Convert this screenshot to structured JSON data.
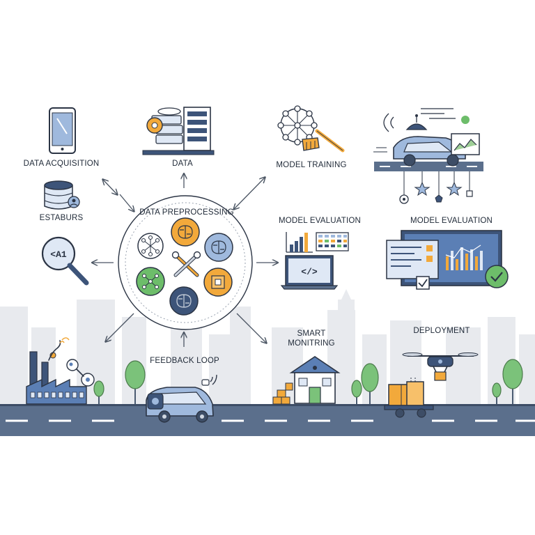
{
  "labels": {
    "data_acquisition": "DATA ACQUISITION",
    "data": "DATA",
    "model_training": "MODEL TRAINING",
    "estaburs": "ESTABURS",
    "data_preprocessing": "DATA PREPROCESSING",
    "model_evaluation_center": "MODEL EVALUATION",
    "model_evaluation_right": "MODEL EVALUATION",
    "smart_line1": "SMART",
    "smart_line2": "MONITRING",
    "deployment": "DEPLOYMENT",
    "feedback_loop": "FEEDBACK LOOP",
    "magnifier_text": "<A1",
    "code_text": "</>"
  },
  "colors": {
    "navy": "#3d5479",
    "blue": "#5b7fb5",
    "light_blue": "#9fb9dd",
    "orange": "#f2a93b",
    "green": "#6dbd6a",
    "gray_city": "#e6e8ec",
    "road": "#5b6f8c"
  },
  "icons": {
    "center_ring": [
      "network-icon",
      "brain-icon",
      "brain-icon",
      "wrench-icon",
      "network-icon",
      "chip-icon",
      "brain-icon"
    ]
  }
}
